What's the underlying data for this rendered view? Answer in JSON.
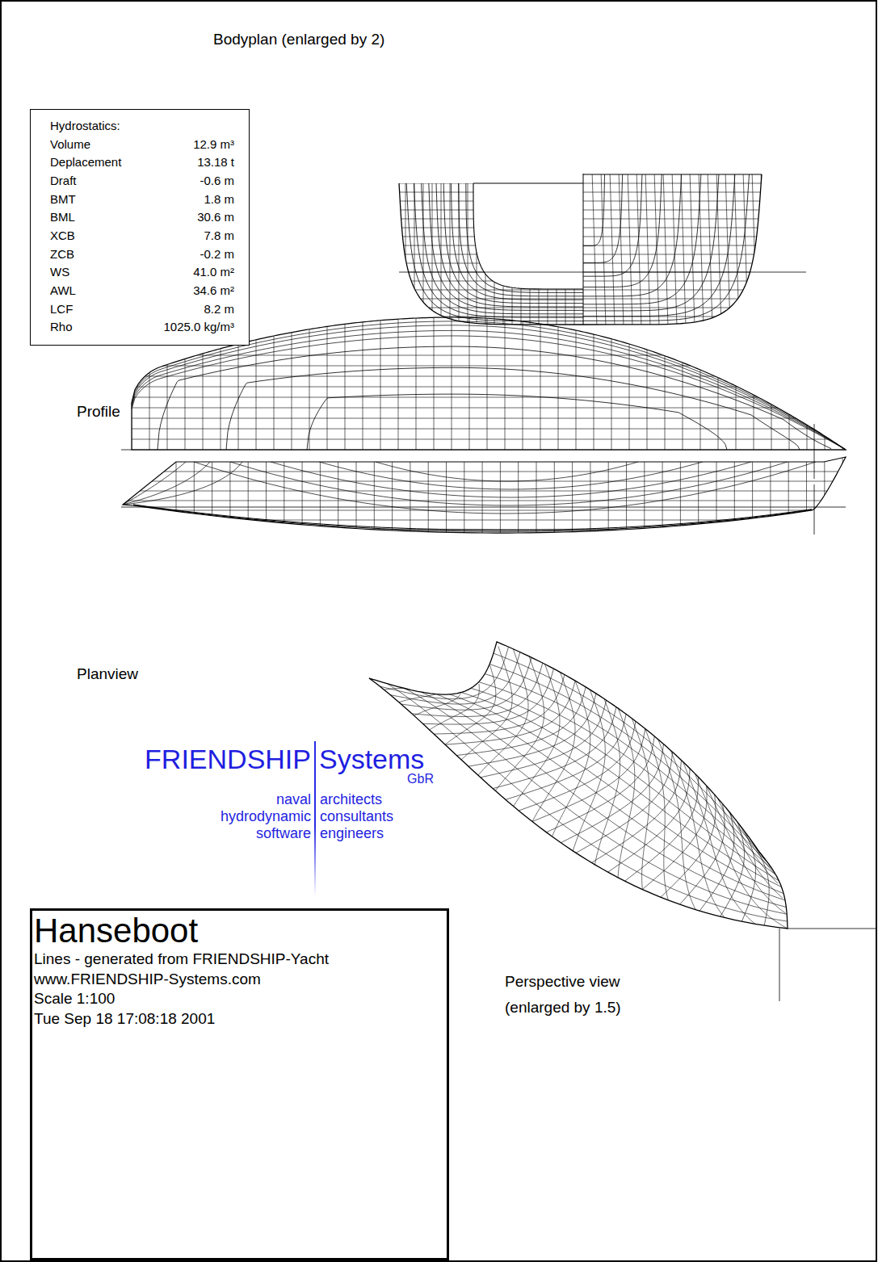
{
  "diagram": {
    "nodes": [
      {
        "text": [
          "Hydrostatics:",
          "Volume",
          "12.9 m³",
          "Deplacement",
          "13.18 t",
          "Draft",
          "-0.6 m",
          "BMT",
          "1.8 m",
          "BML",
          "30.6 m",
          "XCB",
          "7.8 m",
          "ZCB",
          "-0.2 m",
          "WS",
          "41.0 m²",
          "AWL",
          "34.6 m²",
          "LCF",
          "8.2 m",
          "Rho",
          "1025.0 kg/m³"
        ]
      },
      {
        "text": [
          "Hanseboot",
          "Lines - generated from FRIENDSHIP-Yacht",
          "www.FRIENDSHIP-Systems.com",
          "Scale 1:100",
          "Tue Sep 18 17:08:18 2001"
        ]
      }
    ],
    "labels": [
      "Bodyplan (enlarged by 2)",
      "Profile",
      "Planview",
      "Perspective view (enlarged by 1.5)",
      "FRIENDSHIP",
      "Systems",
      "GbR",
      "naval",
      "architects",
      "hydrodynamic",
      "consultants",
      "software",
      "engineers"
    ]
  }
}
